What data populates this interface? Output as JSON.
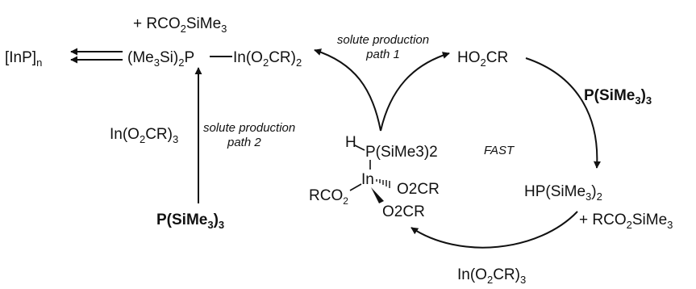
{
  "colors": {
    "ink": "#111111",
    "background": "#ffffff"
  },
  "species": {
    "byproduct_top": {
      "pre": "+ RCO",
      "s1": "2",
      "mid": "SiMe",
      "s2": "3"
    },
    "inp": {
      "pre": "[InP]",
      "s1": "n"
    },
    "complex": {
      "p1": "(Me",
      "s1": "3",
      "p2": "Si)",
      "s2": "2",
      "p3": "P",
      "p4": "In(O",
      "s3": "2",
      "p5": "CR)",
      "s4": "2"
    },
    "acid": {
      "p1": "HO",
      "s1": "2",
      "p2": "CR"
    },
    "reagent_right": {
      "p1": "P(SiMe",
      "s1": "3",
      "p2": ")",
      "s2": "3"
    },
    "hp": {
      "p1": "HP(SiMe",
      "s1": "3",
      "p2": ")",
      "s2": "2"
    },
    "byproduct_right": {
      "p1": "+ RCO",
      "s1": "2",
      "p2": "SiMe",
      "s2": "3"
    },
    "in_bottom": {
      "p1": "In(O",
      "s1": "2",
      "p2": "CR)",
      "s2": "3"
    },
    "in_left": {
      "p1": "In(O",
      "s1": "2",
      "p2": "CR)",
      "s2": "3"
    },
    "reagent_left": {
      "p1": "P(SiMe",
      "s1": "3",
      "p2": ")",
      "s2": "3"
    }
  },
  "paths": {
    "path1": {
      "line1": "solute production",
      "line2": "path 1"
    },
    "path2": {
      "line1": "solute production",
      "line2": "path 2"
    }
  },
  "intermediate": {
    "h": "H",
    "p_group": "P(SiMe3)2",
    "in": "In",
    "o2cr_upper": "O2CR",
    "o2cr_lower": "O2CR",
    "rco2": {
      "p1": "RCO",
      "s1": "2"
    }
  },
  "fast_label": "FAST"
}
